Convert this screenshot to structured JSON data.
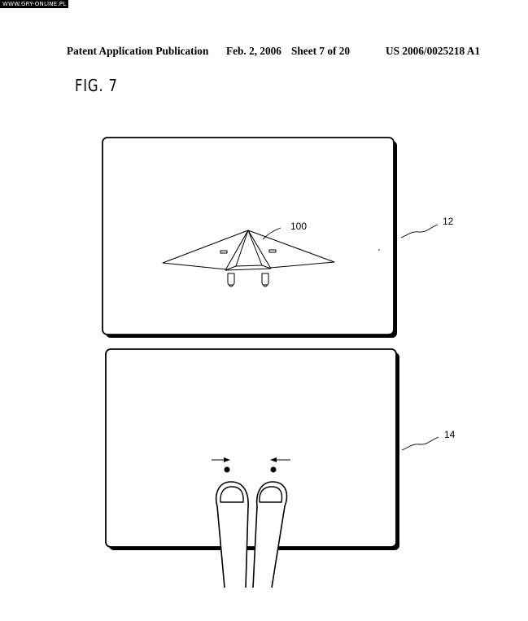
{
  "watermark": "WWW.GRY-ONLINE.PL",
  "header": {
    "publication": "Patent Application Publication",
    "date": "Feb. 2, 2006",
    "sheet": "Sheet 7 of 20",
    "number": "US 2006/0025218 A1"
  },
  "figure_label": "FIG. 7",
  "reference_numerals": {
    "upper_screen": "12",
    "lower_screen": "14",
    "airplane": "100"
  }
}
